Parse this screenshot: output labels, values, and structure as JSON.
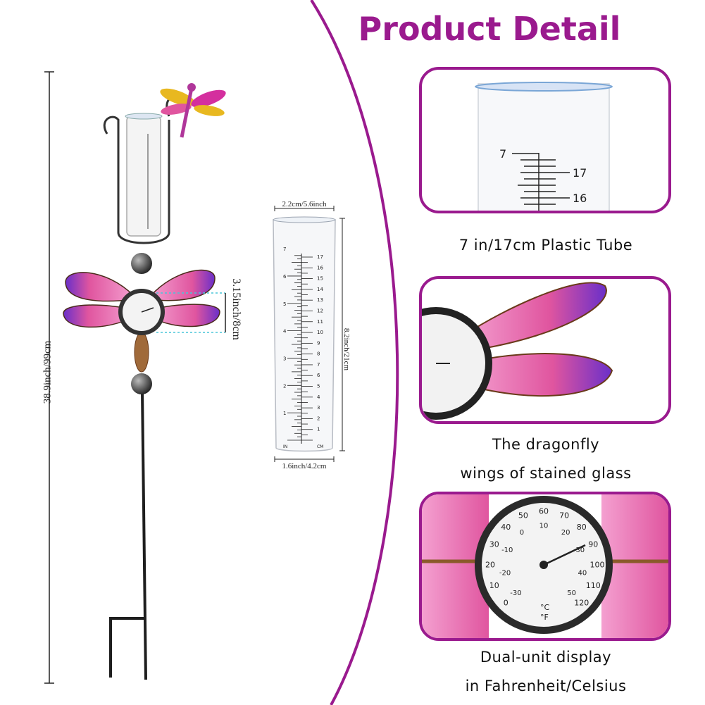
{
  "header": {
    "title": "Product Detail"
  },
  "dimensions": {
    "height": "38.9inch/99cm",
    "wing_height": "3.15inch/8cm",
    "tube_top": "2.2cm/5.6inch",
    "tube_bottom": "1.6inch/4.2cm",
    "tube_height": "8.2inch/21cm"
  },
  "tube_scale": {
    "inch_labels": [
      "1",
      "2",
      "3",
      "4",
      "5",
      "6",
      "7"
    ],
    "cm_labels": [
      "1",
      "2",
      "3",
      "4",
      "5",
      "6",
      "7",
      "8",
      "9",
      "10",
      "11",
      "12",
      "13",
      "14",
      "15",
      "16",
      "17"
    ],
    "unit_in": "IN",
    "unit_cm": "CM"
  },
  "details": [
    {
      "caption": "7 in/17cm Plastic Tube"
    },
    {
      "caption_line1": "The dragonfly",
      "caption_line2": "wings of stained glass"
    },
    {
      "caption_line1": "Dual-unit display",
      "caption_line2": "in Fahrenheit/Celsius"
    }
  ],
  "closeup_tube": {
    "inch_mark": "7",
    "cm_marks": [
      "17",
      "16"
    ]
  },
  "gauge": {
    "outer_labels": [
      "0",
      "10",
      "20",
      "30",
      "40",
      "50",
      "60",
      "70",
      "80",
      "90",
      "100",
      "110",
      "120"
    ],
    "inner_labels": [
      "-30",
      "-20",
      "-10",
      "0",
      "10",
      "20",
      "30",
      "40",
      "50"
    ],
    "unit_c": "°C",
    "unit_f": "°F"
  },
  "colors": {
    "accent": "#9a1a8e",
    "wing_pink": "#e0559f",
    "wing_purple": "#6a2fc9",
    "metal": "#2a2a2a"
  }
}
